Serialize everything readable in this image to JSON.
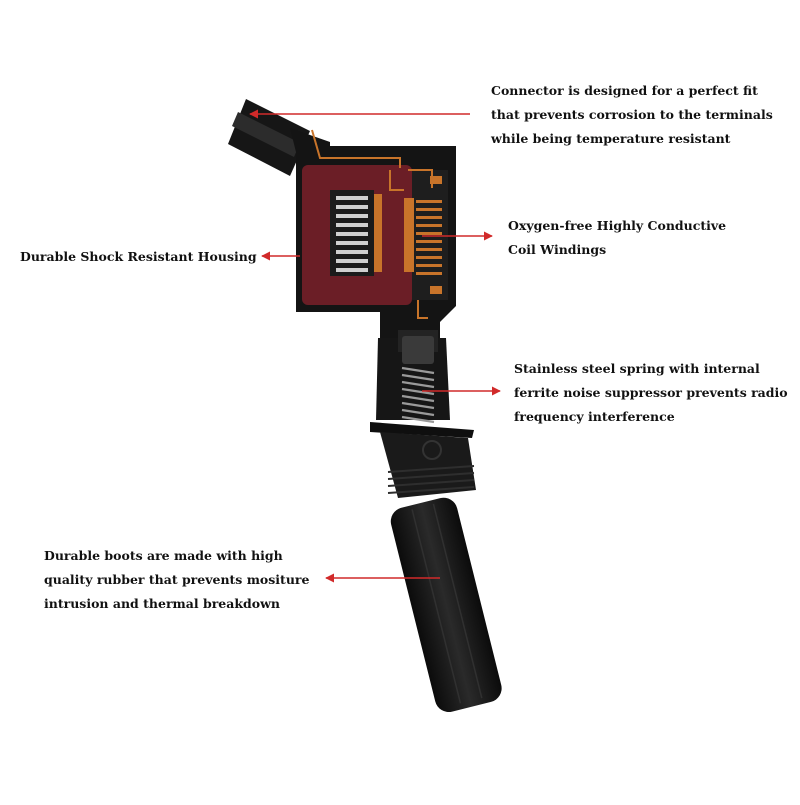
{
  "colors": {
    "background": "#ffffff",
    "body": "#141414",
    "housing_inner": "#6b1e26",
    "copper": "#c8742a",
    "arrow": "#d12a2a",
    "text": "#111111"
  },
  "callouts": [
    {
      "id": "connector",
      "lines": [
        "Connector is designed for a perfect fit",
        "that prevents corrosion to the terminals",
        "while being temperature resistant"
      ]
    },
    {
      "id": "housing",
      "lines": [
        "Durable Shock Resistant Housing"
      ]
    },
    {
      "id": "windings",
      "lines": [
        "Oxygen-free Highly Conductive",
        "Coil Windings"
      ]
    },
    {
      "id": "spring",
      "lines": [
        "Stainless steel spring with internal",
        "ferrite noise suppressor prevents radio",
        "frequency interference"
      ]
    },
    {
      "id": "boots",
      "lines": [
        "Durable boots are made with high",
        "quality rubber that prevents mositure",
        "intrusion and thermal breakdown"
      ]
    }
  ]
}
